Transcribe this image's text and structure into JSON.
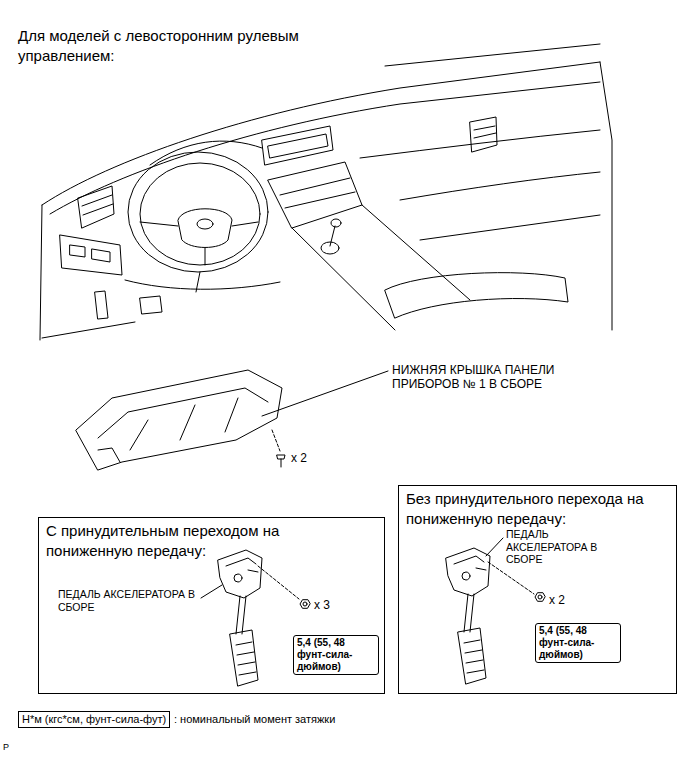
{
  "diagram": {
    "title": "Для моделей с левосторонним рулевым управлением:",
    "nodes": [
      {
        "text": [
          "С принудительным переходом на пониженную передачу:",
          "ПЕДАЛЬ АКСЕЛЕРАТОРА В СБОРЕ",
          "x 3"
        ]
      },
      {
        "text": [
          "5,4 (55, 48 фунт-сила-дюймов)"
        ],
        "in": 0
      },
      {
        "text": [
          "Без принудительного перехода на пониженную передачу:",
          "ПЕДАЛЬ АКСЕЛЕРАТОРА В СБОРЕ",
          "x 2"
        ]
      },
      {
        "text": [
          "5,4 (55, 48 фунт-сила-дюймов)"
        ],
        "in": 2
      },
      {
        "text": [
          "Н*м (кгс*см, фунт-сила-фут)"
        ]
      }
    ],
    "labels": [
      "НИЖНЯЯ КРЫШКА ПАНЕЛИ ПРИБОРОВ № 1 В СБОРЕ",
      "x 2",
      ": номинальный момент затяжки",
      "P"
    ]
  }
}
